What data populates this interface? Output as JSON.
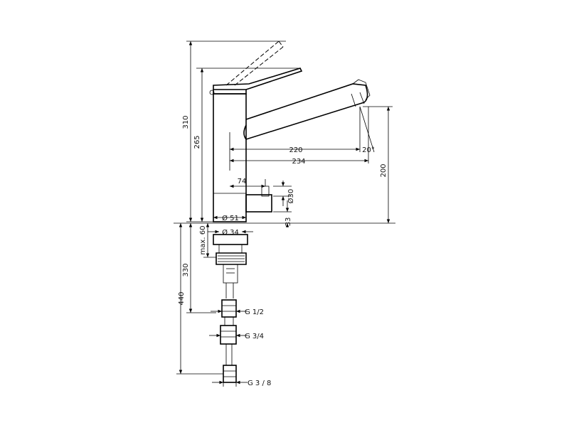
{
  "dimensions": {
    "d310": "310",
    "d265": "265",
    "d220": "220",
    "d234": "234",
    "d20deg": "20°",
    "d200": "200",
    "d74": "74",
    "d30": "Ø30",
    "d33": "33",
    "d51": "Ø 51",
    "d34": "Ø 34",
    "dmax60": "max. 60",
    "d330": "330",
    "d440": "440",
    "g12": "G 1/2",
    "g34": "G 3/4",
    "g38": "G 3 / 8"
  }
}
